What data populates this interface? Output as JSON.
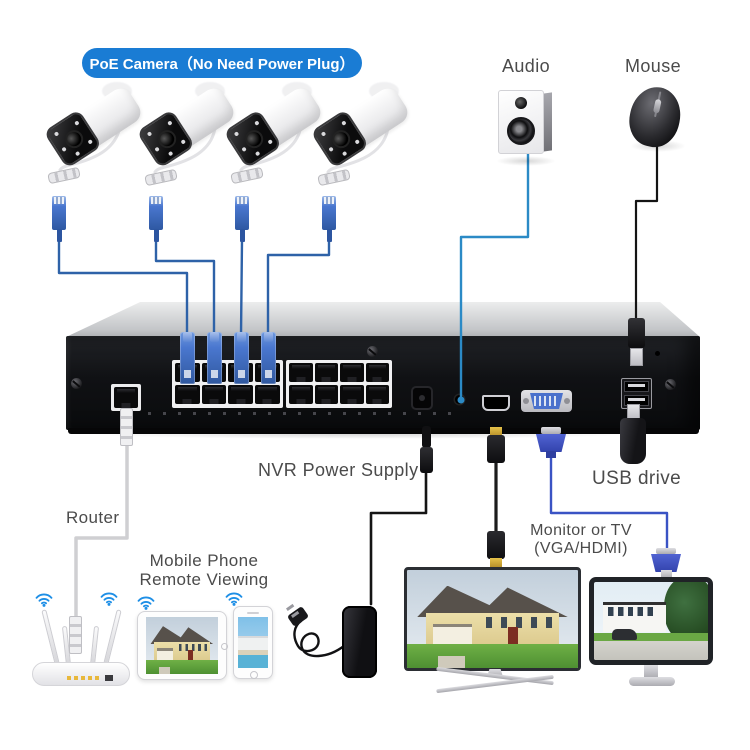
{
  "header": {
    "pill_label": "PoE Camera（No Need Power Plug）"
  },
  "labels": {
    "audio": "Audio",
    "mouse": "Mouse",
    "nvr_power": "NVR Power Supply",
    "usb_drive": "USB drive",
    "router": "Router",
    "mobile_viewing_line1": "Mobile Phone",
    "mobile_viewing_line2": "Remote Viewing",
    "monitor_line1": "Monitor or TV",
    "monitor_line2": "(VGA/HDMI)"
  },
  "system": {
    "poe_cameras": 4,
    "nvr_poe_ports": 16,
    "nvr_uplink_ports": 1,
    "nvr_rear_usb_ports": 2,
    "wifi_devices": [
      "router",
      "tablet",
      "phone"
    ]
  },
  "colors": {
    "pill_bg": "#1a7cd4",
    "cam_line": "#2e62a8",
    "audio_line": "#2b8ac6",
    "vga_line": "#3a53c4",
    "mouse_line": "#141414",
    "power_line": "#141414",
    "hdmi_line": "#1c1c1c",
    "router_cable": "#cfcfd2",
    "wifi": "#1e8fe6",
    "label": "#4b4b4b"
  }
}
